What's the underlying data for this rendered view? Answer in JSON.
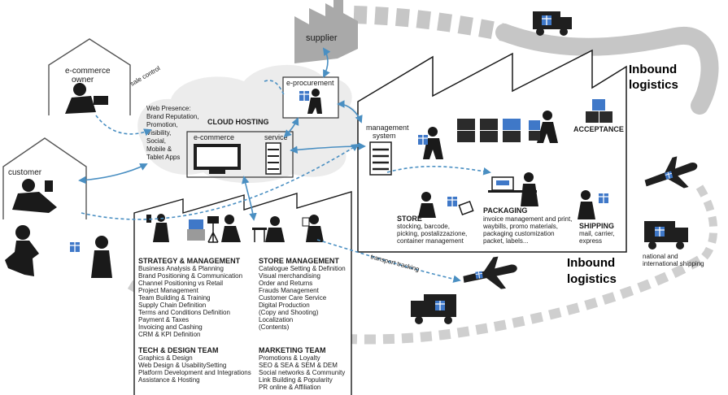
{
  "labels": {
    "supplier": "supplier",
    "ecommerce_owner": [
      "e-commerce",
      "owner"
    ],
    "sale_control": "sale control",
    "customer": "customer",
    "e_procurement": "e-procurement",
    "web_presence": [
      "Web Presence:",
      "Brand Reputation,",
      "Promotion,",
      "Visibility,",
      "Social,",
      "Mobile &",
      "Tablet Apps"
    ],
    "cloud_hosting": "CLOUD HOSTING",
    "ecommerce": "e-commerce",
    "service": "service",
    "management_system": [
      "management",
      "system"
    ],
    "acceptance": "ACCEPTANCE",
    "inbound_logistics_top": [
      "Inbound",
      "logistics"
    ],
    "inbound_logistics_mid": [
      "Inbound",
      "logistics"
    ],
    "transport_tracking": "transport tracking",
    "store_title": "STORE",
    "store_lines": [
      "stocking, barcode,",
      "picking, postalizzazione,",
      "container management"
    ],
    "packaging_title": "PACKAGING",
    "packaging_lines": [
      "invoice management and print,",
      "waybills, promo materials,",
      "packaging customization",
      "packet, labels..."
    ],
    "shipping_title": "SHIPPING",
    "shipping_lines": [
      "mail, carrier,",
      "express"
    ],
    "national_shipping": [
      "national and",
      "international shipping"
    ],
    "strategy_title": "STRATEGY & MANAGEMENT",
    "strategy_lines": [
      "Business Analysis & Planning",
      "Brand Positioning & Communication",
      "Channel Positioning vs Retail",
      "Project Management",
      "Team Building & Training",
      "Supply Chain Definition",
      "Terms and Conditions Definition",
      "Payment & Taxes",
      "Invoicing and Cashing",
      "CRM & KPI Definition"
    ],
    "store_mgmt_title": "STORE MANAGEMENT",
    "store_mgmt_lines": [
      "Catalogue Setting & Definition",
      "Visual merchandising",
      "Order and Returns",
      "Frauds Management",
      "Customer Care Service",
      "Digital Production",
      "(Copy and Shooting)",
      "Localization",
      "(Contents)"
    ],
    "tech_title": "TECH & DESIGN TEAM",
    "tech_lines": [
      "Graphics & Design",
      "Web Design & UsabilitySetting",
      "Platform Development and Integrations",
      "Assistance & Hosting"
    ],
    "marketing_title": "MARKETING TEAM",
    "marketing_lines": [
      "Promotions & Loyalty",
      "SEO & SEA & SEM & DEM",
      "Social networks & Community",
      "Link Building & Popularity",
      "PR online & Affiliation"
    ]
  },
  "icons": [
    "factory-icon",
    "truck-icon",
    "airplane-icon",
    "house-icon",
    "person-icon",
    "laptop-icon",
    "tablet-icon",
    "server-icon",
    "monitor-icon",
    "cloud-icon",
    "package-icon",
    "hand-truck-icon",
    "camera-icon",
    "printer-icon"
  ],
  "colors": {
    "flow_arrow": "#4a8fc2",
    "road": "#c8c8c8",
    "cloud_fill": "#ececec",
    "box_dark": "#2b2b2b",
    "box_blue": "#3f78c8"
  }
}
